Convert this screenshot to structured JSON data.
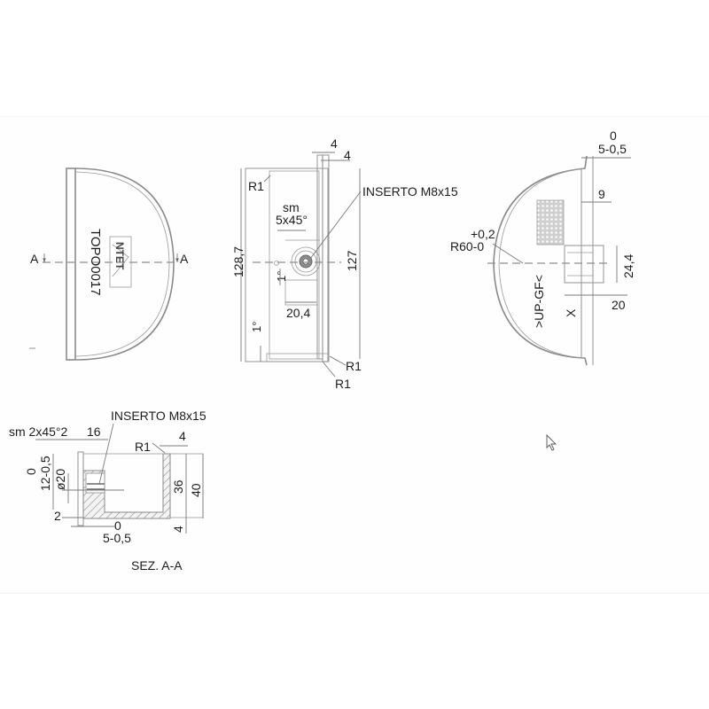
{
  "drawing": {
    "title": "Technical drawing — semicircular bracket",
    "front_view": {
      "part_code": "TOPO0017",
      "logo_text": "NTET",
      "section_mark_left": "A",
      "section_mark_right": "A"
    },
    "side_view": {
      "dim_top_1": "4",
      "dim_top_2": "4",
      "radius_top": "R1",
      "insert_label": "INSERTO M8x15",
      "chamfer_label_1": "sm",
      "chamfer_label_2": "5x45°",
      "height_outer": "128,7",
      "height_inner": "127",
      "angle_small": "1°",
      "angle_bottom": "1°",
      "width_pocket": "20,4",
      "radius_bottom_1": "R1",
      "radius_bottom_2": "R1"
    },
    "rear_view": {
      "tol_top_upper": "0",
      "tol_top_lower": "5-0,5",
      "dim_9": "9",
      "radius_tol_upper": "+0,2",
      "radius_label": "R60-0",
      "dim_24_4": "24,4",
      "dim_20": "20",
      "marking_text": ">UP-GF<",
      "x_mark": "X"
    },
    "section_view": {
      "chamfer_label": "sm 2x45°2",
      "dim_16": "16",
      "insert_label": "INSERTO M8x15",
      "radius_label": "R1",
      "dim_4_top": "4",
      "tol_left_upper": "0",
      "tol_left_lower": "12-0,5",
      "dia_label": "ø20",
      "dim_36": "36",
      "dim_40": "40",
      "dim_2": "2",
      "tol_bottom_upper": "0",
      "tol_bottom_lower": "5-0,5",
      "dim_4_bottom": "4",
      "caption": "SEZ. A-A"
    }
  }
}
